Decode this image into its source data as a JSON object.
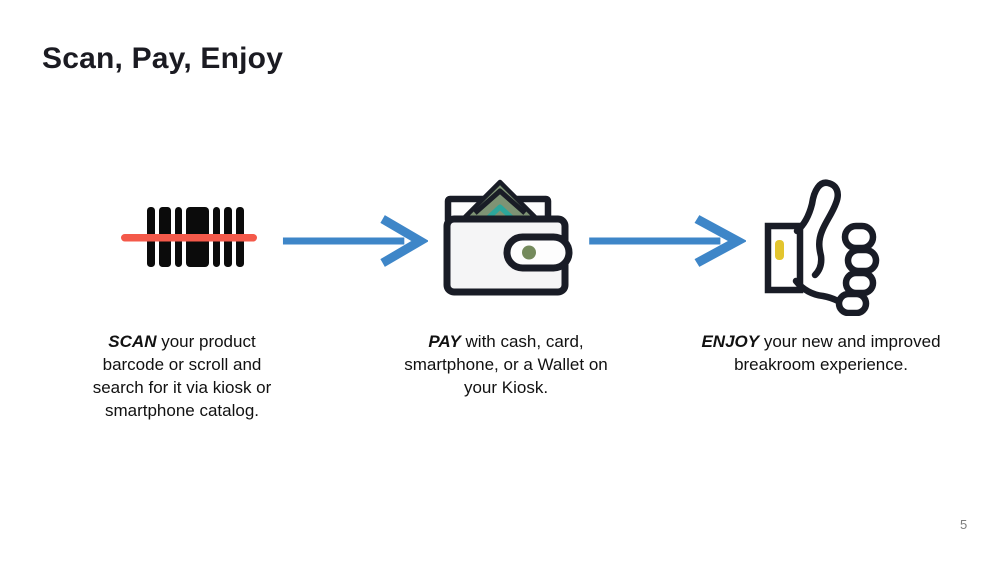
{
  "slide": {
    "title": "Scan, Pay, Enjoy",
    "page_number": "5",
    "steps": [
      {
        "name": "scan",
        "icon": "barcode-scan-icon",
        "lead": "SCAN",
        "lines": [
          " your product",
          "barcode or scroll and",
          "search for it via kiosk or",
          "smartphone catalog."
        ]
      },
      {
        "name": "pay",
        "icon": "wallet-icon",
        "lead": "PAY",
        "lines": [
          " with cash, card,",
          "smartphone, or a Wallet on",
          "your Kiosk."
        ]
      },
      {
        "name": "enjoy",
        "icon": "thumbs-up-icon",
        "lead": "ENJOY",
        "lines": [
          " your new and improved",
          "breakroom experience."
        ]
      }
    ],
    "colors": {
      "title": "#1b1b22",
      "text": "#111111",
      "arrow": "#3e86c8",
      "scan_line": "#f4594a",
      "barcode": "#0b0b0b",
      "outline": "#191c26",
      "wallet_fill": "#f5f5f6",
      "cash_green": "#7e9374",
      "cash_teal": "#2ca69b",
      "clasp_dot": "#748a5c",
      "cuff_button_yellow": "#e3c52e",
      "page_number": "#7d7d7d"
    }
  }
}
